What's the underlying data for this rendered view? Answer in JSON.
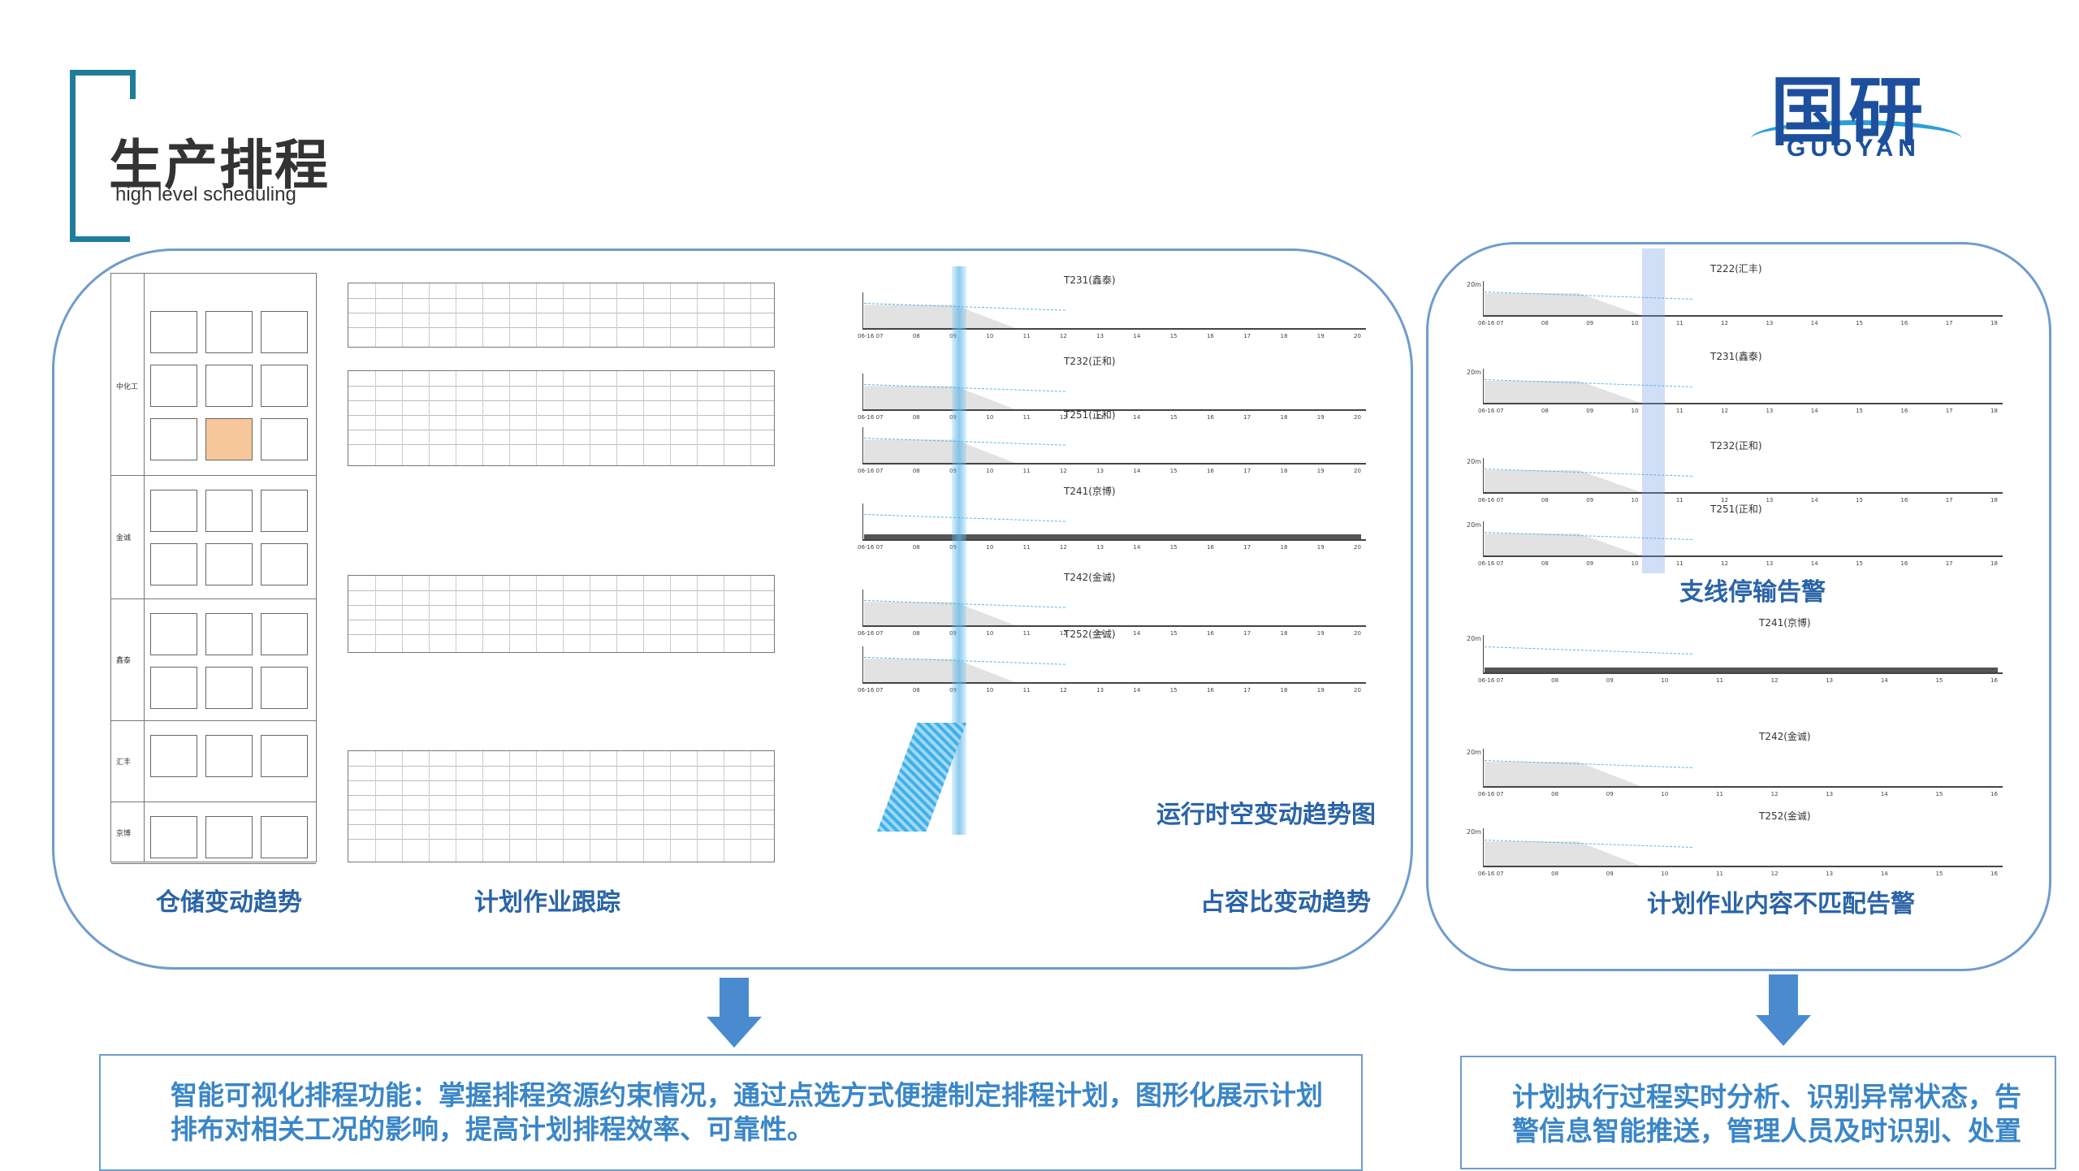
{
  "header": {
    "title": "生产排程",
    "subtitle": "high level scheduling",
    "logo_cn": "国研",
    "logo_en": "GUOYAN"
  },
  "left_panel": {
    "captions": {
      "warehouse": "仓储变动趋势",
      "plan_tracking": "计划作业跟踪",
      "runtime": "运行时空变动趋势图",
      "capacity": "占容比变动趋势"
    },
    "runtime_charts": [
      "T231(鑫泰)",
      "T232(正和)",
      "T251(正和)",
      "T241(京博)",
      "T242(金诚)",
      "T252(金诚)"
    ],
    "tick_labels": [
      "06-16 07",
      "08",
      "09",
      "10",
      "11",
      "12",
      "13",
      "14",
      "15",
      "16",
      "17",
      "18",
      "19",
      "20"
    ],
    "warehouse_rows": [
      "中化工",
      "金诚",
      "鑫泰",
      "汇丰",
      "京博"
    ]
  },
  "right_panel": {
    "captions": {
      "branch_alarm": "支线停输告警",
      "mismatch_alarm": "计划作业内容不匹配告警"
    },
    "top_charts": [
      "T222(汇丰)",
      "T231(鑫泰)",
      "T232(正和)",
      "T251(正和)"
    ],
    "bottom_charts": [
      "T241(京博)",
      "T242(金诚)",
      "T252(金诚)"
    ],
    "axis_label": "20m",
    "tick_labels_top": [
      "06-16 07",
      "08",
      "09",
      "10",
      "11",
      "12",
      "13",
      "14",
      "15",
      "16",
      "17",
      "18"
    ],
    "tick_labels_bottom": [
      "06-16 07",
      "08",
      "09",
      "10",
      "11",
      "12",
      "13",
      "14",
      "15",
      "16"
    ]
  },
  "bottom": {
    "left_text_line1": "智能可视化排程功能：掌握排程资源约束情况，通过点选方式便捷制定排程计划，图形化展示计划",
    "left_text_line2": "排布对相关工况的影响，提高计划排程效率、可靠性。",
    "right_text_line1": "计划执行过程实时分析、识别异常状态，告",
    "right_text_line2": "警信息智能推送，管理人员及时识别、处置"
  }
}
